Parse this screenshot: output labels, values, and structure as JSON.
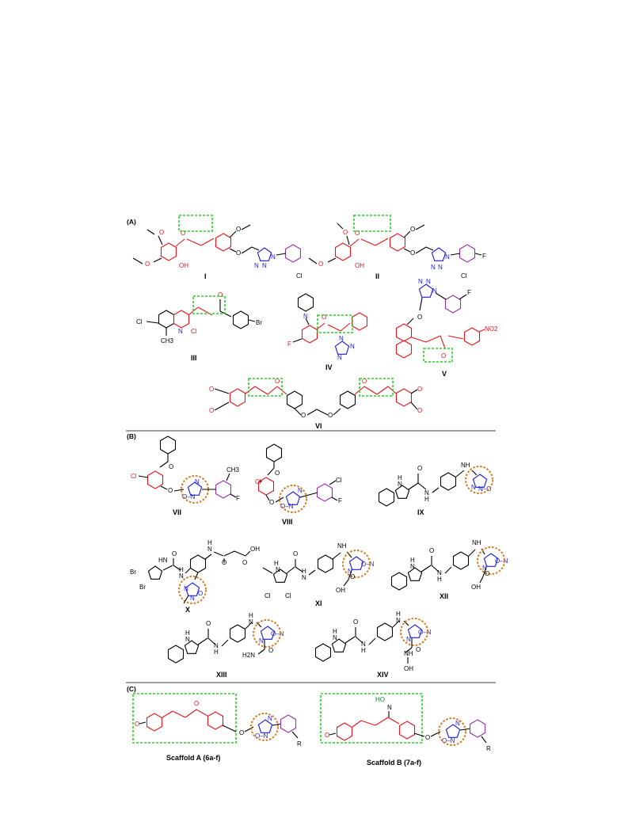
{
  "sections": {
    "a": "(A)",
    "b": "(B)",
    "c": "(C)"
  },
  "compound_labels": {
    "c1": "I",
    "c2": "II",
    "c3": "III",
    "c4": "IV",
    "c5": "V",
    "c6": "VI",
    "c7": "VII",
    "c8": "VIII",
    "c9": "IX",
    "c10": "X",
    "c11": "XI",
    "c12": "XII",
    "c13": "XIII",
    "c14": "XIV"
  },
  "scaffolds": {
    "a": "Scaffold A (6a-f)",
    "b": "Scaffold B (7a-f)"
  },
  "atoms": {
    "o": "O",
    "oh": "OH",
    "ho": "HO",
    "n": "N",
    "nh": "NH",
    "h": "H",
    "hn": "HN",
    "cl": "Cl",
    "br": "Br",
    "f": "F",
    "ch3": "CH3",
    "no2": "NO2",
    "n_o": "N–O",
    "o_n": "O–N",
    "nh2": "H2N",
    "r": "R",
    "o_bare": "O"
  },
  "colors": {
    "red_moiety": "#e8151b",
    "purple_aryl": "#9b2fae",
    "blue_heterocycle": "#1a1ae0",
    "green_box": "#2ad22a",
    "orange_circle": "#d97a1e",
    "oxime_green": "#1e7b2a"
  }
}
